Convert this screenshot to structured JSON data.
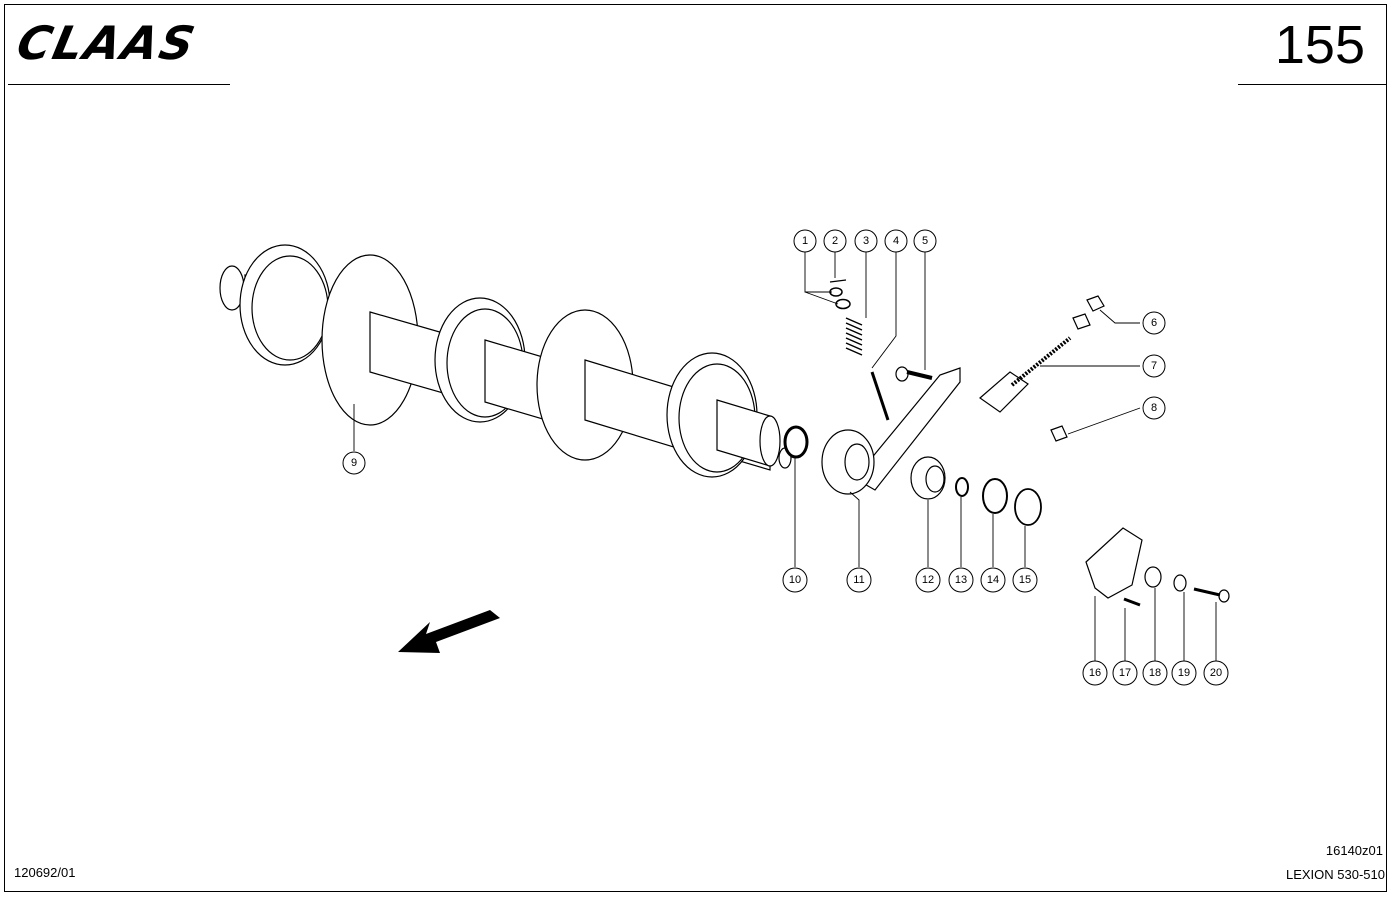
{
  "header": {
    "brand": "CLAAS",
    "page_number": "155"
  },
  "footer": {
    "doc_number": "120692/01",
    "figure_code": "16140z01",
    "model": "LEXION 530-510"
  },
  "callouts": [
    "1",
    "2",
    "3",
    "4",
    "5",
    "6",
    "7",
    "8",
    "9",
    "10",
    "11",
    "12",
    "13",
    "14",
    "15",
    "16",
    "17",
    "18",
    "19",
    "20"
  ]
}
